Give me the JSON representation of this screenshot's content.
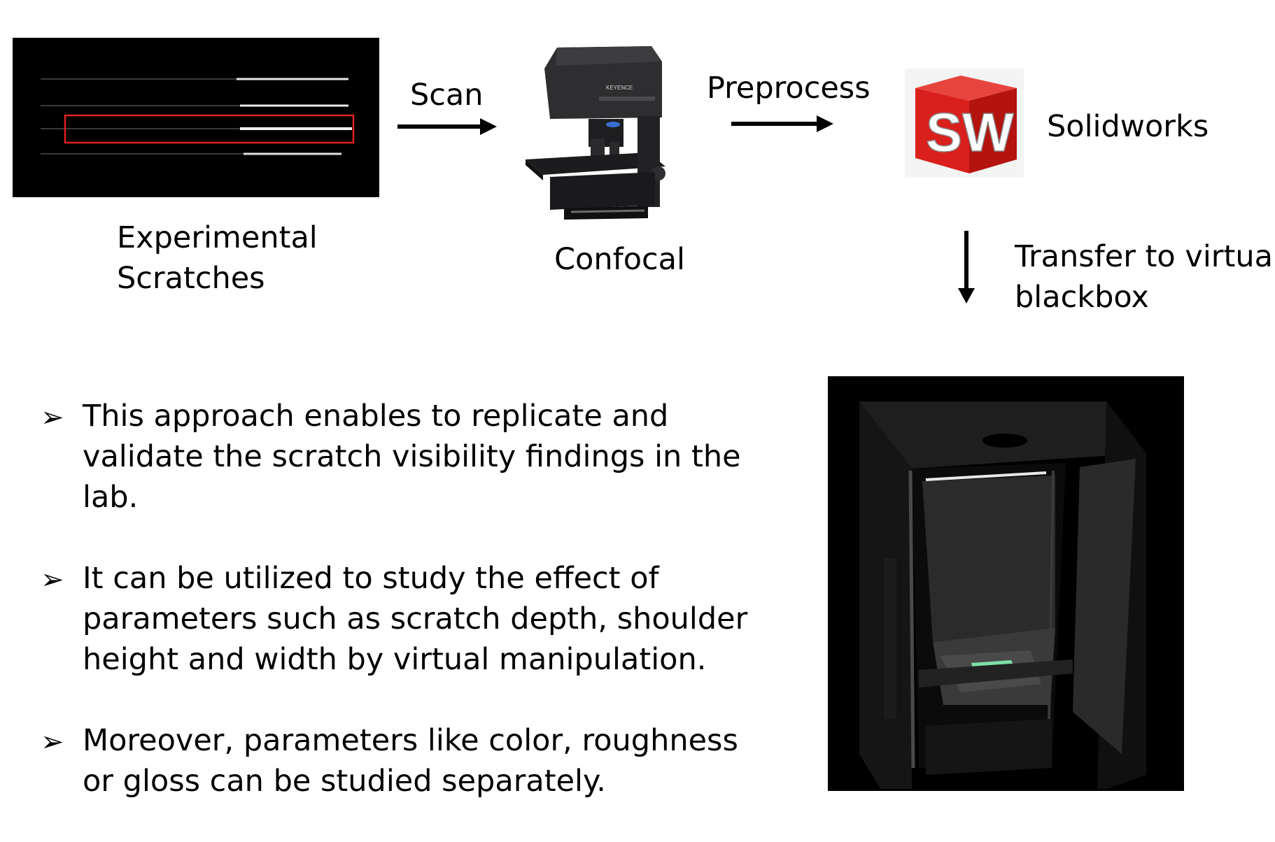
{
  "diagram": {
    "nodes": {
      "scratches": {
        "label_line1": "Experimental",
        "label_line2": "Scratches"
      },
      "confocal": {
        "label": "Confocal",
        "brand_text": "KEYENCE"
      },
      "solidworks": {
        "label": "Solidworks",
        "logo_letters": "SW"
      },
      "blackbox": {}
    },
    "edges": {
      "scan": "Scan",
      "preprocess": "Preprocess",
      "transfer_line1": "Transfer to virtual",
      "transfer_line2": "blackbox"
    }
  },
  "bullets": [
    {
      "mark": "➢",
      "text": "This approach enables to replicate and validate the scratch visibility findings in the lab."
    },
    {
      "mark": "➢",
      "text": "It can be utilized to study the effect of parameters such as scratch depth, shoulder height and width by virtual manipulation."
    },
    {
      "mark": "➢",
      "text": "Moreover, parameters like color, roughness or gloss can be studied separately."
    }
  ],
  "colors": {
    "highlight_box": "#e02020",
    "logo_red": "#d9201c",
    "panel_bg": "#000000",
    "specimen_green": "#7fe0a8"
  }
}
